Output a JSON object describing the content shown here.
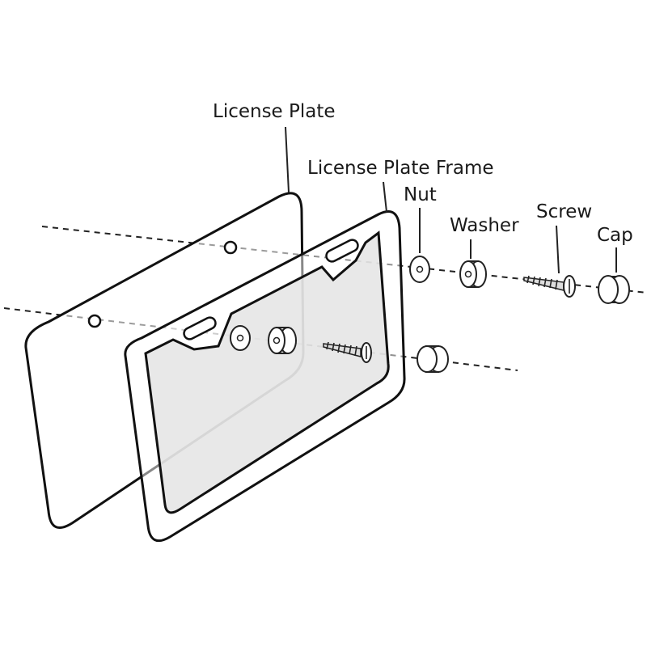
{
  "labels": {
    "license_plate": "License Plate",
    "license_plate_frame": "License Plate Frame",
    "nut": "Nut",
    "washer": "Washer",
    "screw": "Screw",
    "cap": "Cap"
  },
  "colors": {
    "line": "#111111",
    "frame_window": "#e4e4e4",
    "background": "#ffffff"
  }
}
